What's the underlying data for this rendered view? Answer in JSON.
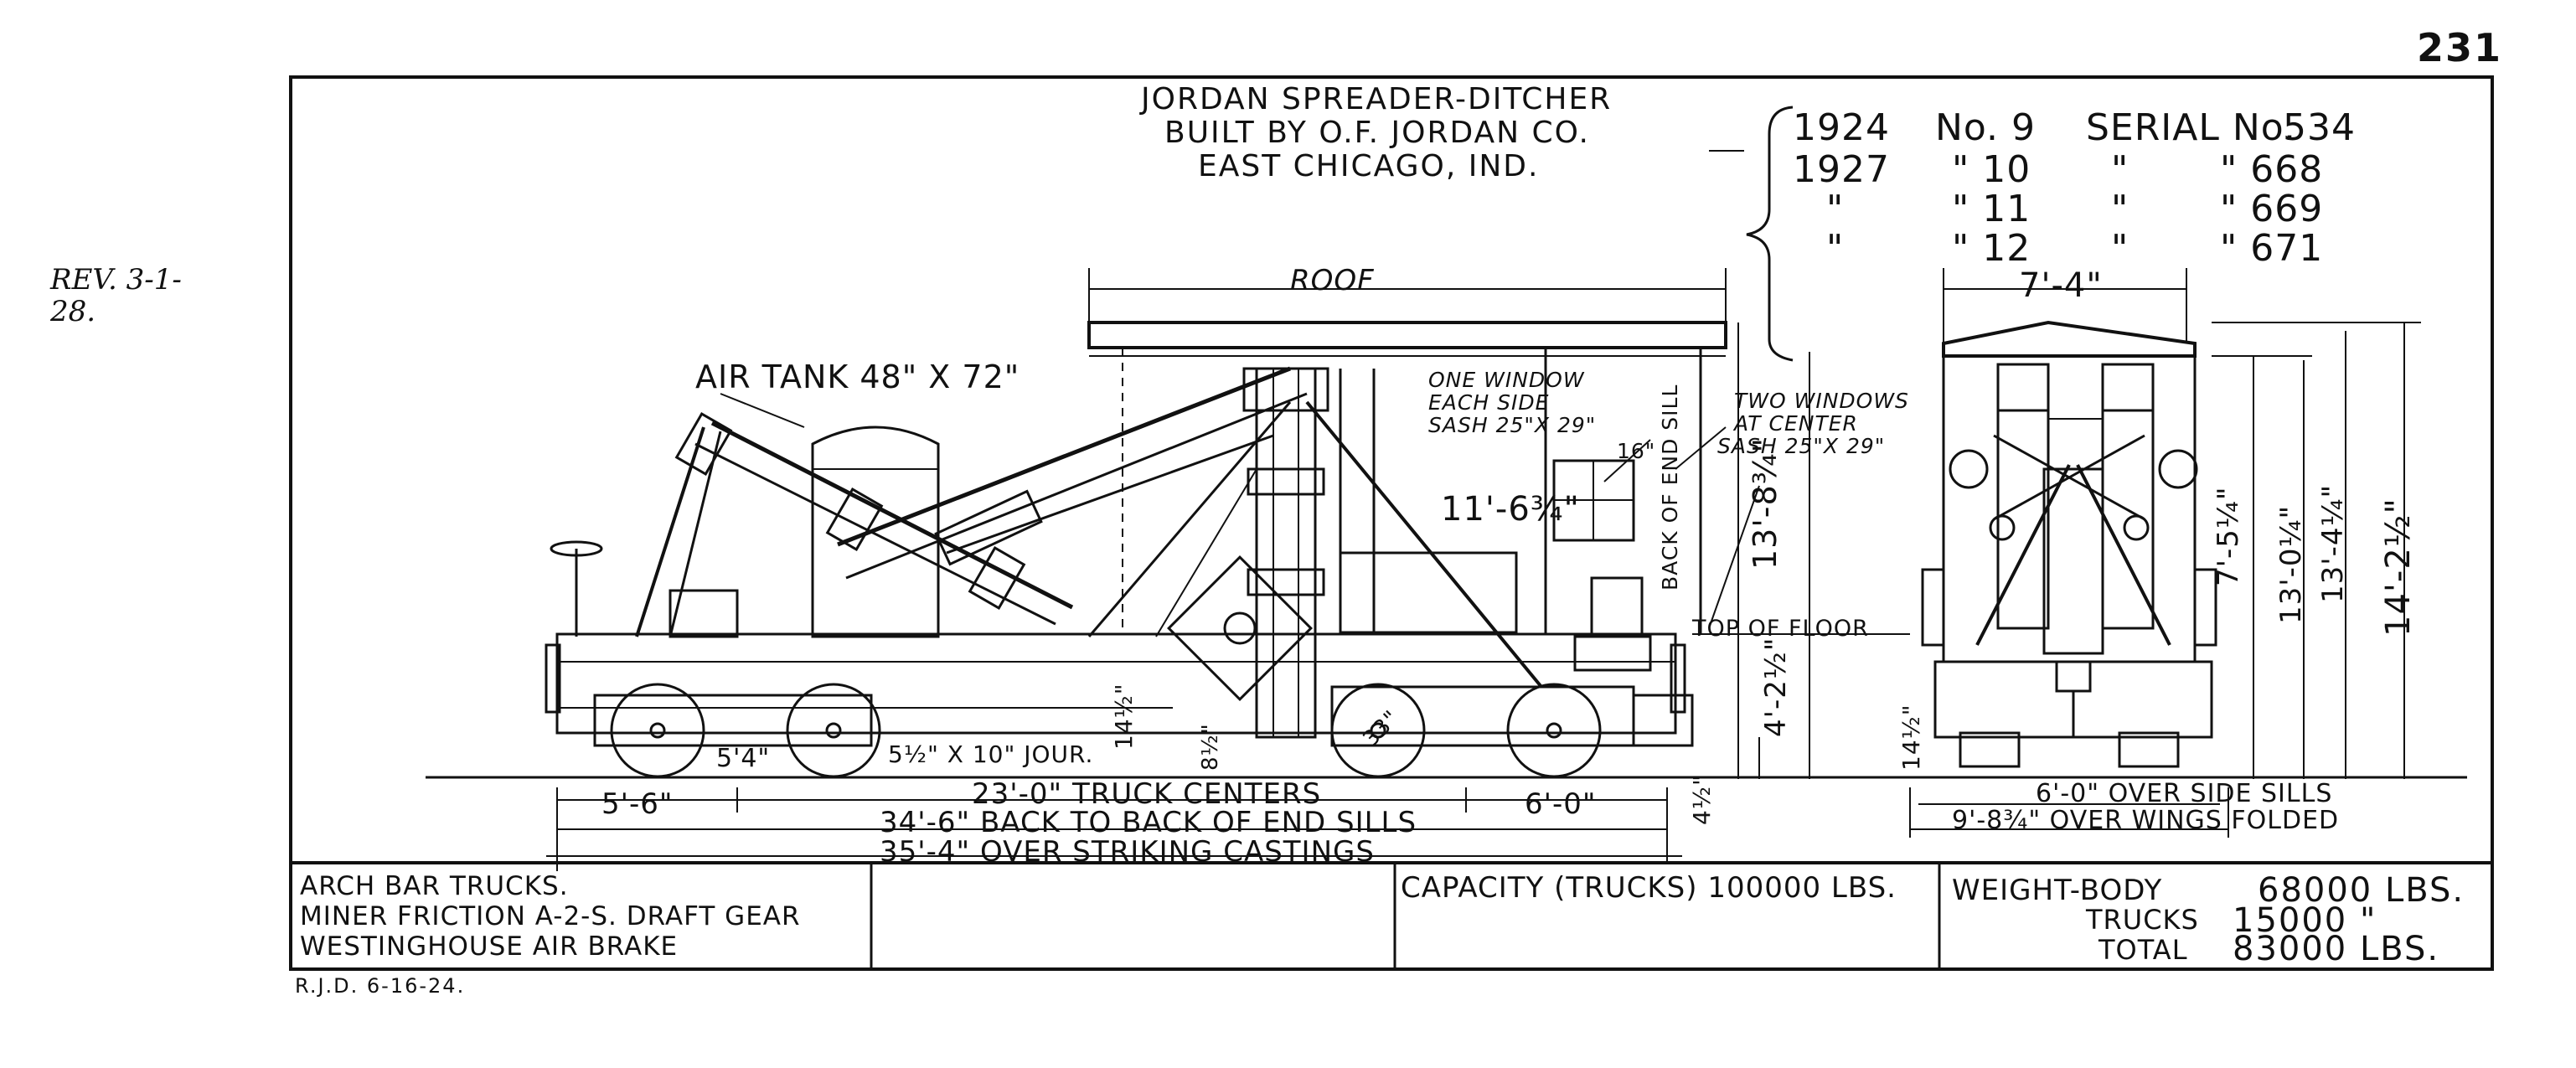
{
  "page_number": "231",
  "revision": "REV. 3-1-28.",
  "title": {
    "line1": "JORDAN SPREADER-DITCHER",
    "line2": "BUILT BY O.F. JORDAN CO.",
    "line3": "EAST CHICAGO, IND."
  },
  "serials": [
    {
      "year": "1924",
      "no": "No. 9",
      "serial_label": "SERIAL No.",
      "serial": "534"
    },
    {
      "year": "1927",
      "no": "\" 10",
      "serial_label": "\"",
      "serial": "\" 668"
    },
    {
      "year": "\"",
      "no": "\" 11",
      "serial_label": "\"",
      "serial": "\" 669"
    },
    {
      "year": "\"",
      "no": "\" 12",
      "serial_label": "\"",
      "serial": "\" 671"
    }
  ],
  "labels": {
    "roof": "ROOF",
    "air_tank": "AIR TANK 48\" X 72\"",
    "one_window_1": "ONE WINDOW",
    "one_window_2": "EACH SIDE",
    "one_window_3": "SASH 25\"X 29\"",
    "two_windows_1": "TWO WINDOWS",
    "two_windows_2": "AT CENTER",
    "two_windows_3": "SASH 25\"X 29\"",
    "back_end_sill": "BACK OF END SILL",
    "top_of_floor": "TOP OF FLOOR",
    "journal": "5½\" X 10\" JOUR.",
    "sixteen": "16\""
  },
  "dimensions": {
    "roof_width": "7'-4\"",
    "height_window": "11'-6¾\"",
    "height_roof_side": "13'-8¾\"",
    "height_floor": "4'-2½\"",
    "small_14": "14½\"",
    "small_8": "8½\"",
    "wheel_33": "33\"",
    "wheel_54": "5'4\"",
    "rail_4": "4½\"",
    "end_1": "7'-5¼\"",
    "end_2": "13'-0¼\"",
    "end_3": "13'-4¼\"",
    "end_4": "14'-2½\"",
    "end_14": "14½\"",
    "wheelbase_1": "5'-6\"",
    "wheelbase_2": "6'-0\"",
    "truck_centers": "23'-0\" TRUCK CENTERS",
    "back_to_back": "34'-6\" BACK TO BACK OF END SILLS",
    "over_striking": "35'-4\" OVER STRIKING CASTINGS",
    "over_side_sills": "6'-0\" OVER SIDE SILLS",
    "over_wings": "9'-8¾\" OVER WINGS FOLDED"
  },
  "equipment": [
    "ARCH BAR TRUCKS.",
    "MINER FRICTION A-2-S. DRAFT GEAR",
    "WESTINGHOUSE AIR BRAKE"
  ],
  "capacity": "CAPACITY (TRUCKS) 100000 LBS.",
  "weights": {
    "label_body": "WEIGHT-BODY",
    "body": "68000 LBS.",
    "label_trucks": "TRUCKS",
    "trucks": "15000 \"",
    "label_total": "TOTAL",
    "total": "83000 LBS."
  },
  "drawn_by": "R.J.D. 6-16-24."
}
